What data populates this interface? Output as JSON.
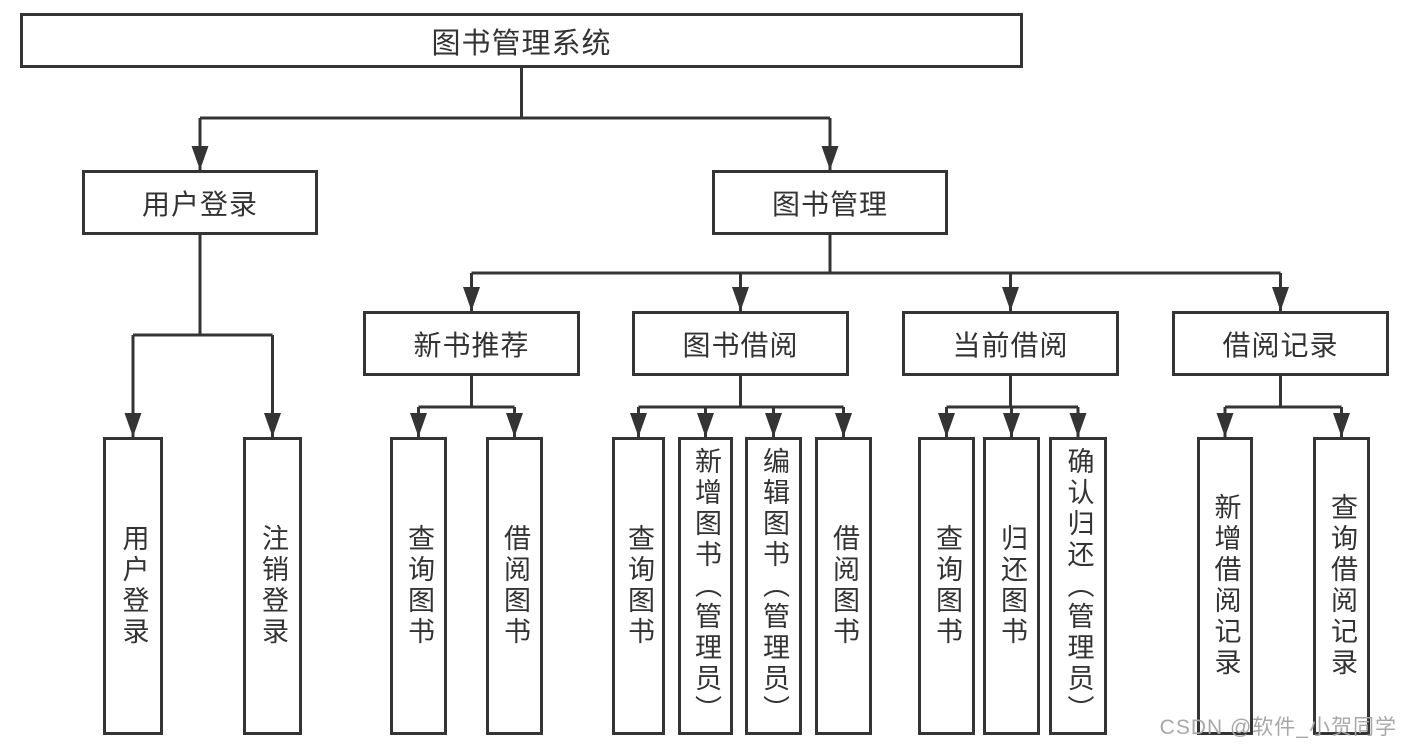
{
  "title": "图书管理系统",
  "user_login": {
    "label": "用户登录",
    "children": [
      "用户登录",
      "注销登录"
    ]
  },
  "book_mgmt": {
    "label": "图书管理"
  },
  "groups": [
    {
      "label": "新书推荐",
      "children": [
        "查询图书",
        "借阅图书"
      ]
    },
    {
      "label": "图书借阅",
      "children": [
        "查询图书",
        "新增图书（管理员）",
        "编辑图书（管理员）",
        "借阅图书"
      ]
    },
    {
      "label": "当前借阅",
      "children": [
        "查询图书",
        "归还图书",
        "确认归还（管理员）"
      ]
    },
    {
      "label": "借阅记录",
      "children": [
        "新增借阅记录",
        "查询借阅记录"
      ]
    }
  ],
  "watermark": "CSDN @软件_小贺同学",
  "colors": {
    "line": "#343434",
    "text": "#333333",
    "box_background": "#ffffff",
    "watermark": "#a8a8a8"
  }
}
